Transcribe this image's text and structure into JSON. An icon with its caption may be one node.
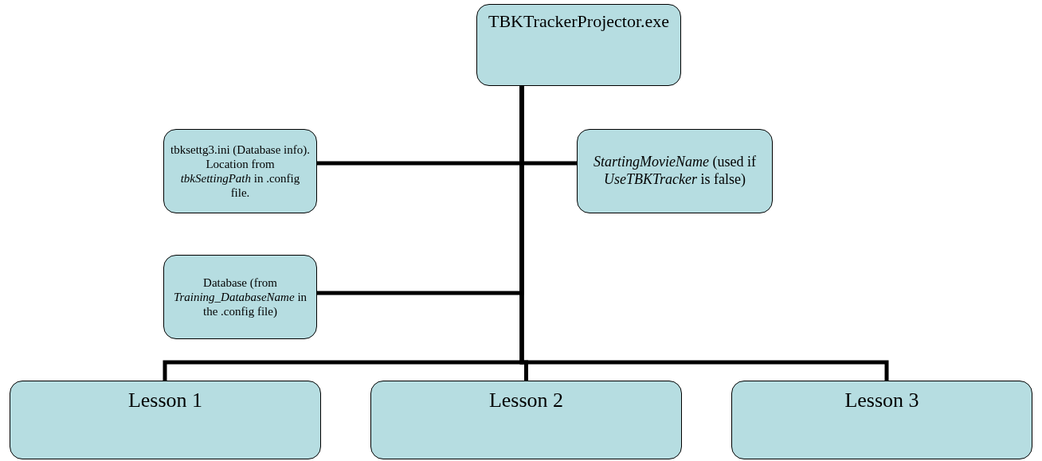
{
  "diagram": {
    "nodes": [
      {
        "text": [
          "TBKTrackerProjector.exe"
        ]
      },
      {
        "text": [
          "tbksettg3.ini (Database info). Location from *tbkSettingPath* in .config file."
        ]
      },
      {
        "text": [
          "*StartingMovieName* (used if *UseTBKTracker* is false)"
        ]
      },
      {
        "text": [
          "Database (from *Training_DatabaseName* in the .config file)"
        ]
      },
      {
        "text": [
          "Lesson 1"
        ]
      },
      {
        "text": [
          "Lesson 2"
        ]
      },
      {
        "text": [
          "Lesson 3"
        ]
      }
    ],
    "edges": [
      {
        "from": 0,
        "to": 1,
        "arrow": "none"
      },
      {
        "from": 0,
        "to": 2,
        "arrow": "none"
      },
      {
        "from": 0,
        "to": 3,
        "arrow": "none"
      },
      {
        "from": 0,
        "to": 4,
        "arrow": "none"
      },
      {
        "from": 0,
        "to": 5,
        "arrow": "none"
      },
      {
        "from": 0,
        "to": 6,
        "arrow": "none"
      }
    ]
  }
}
